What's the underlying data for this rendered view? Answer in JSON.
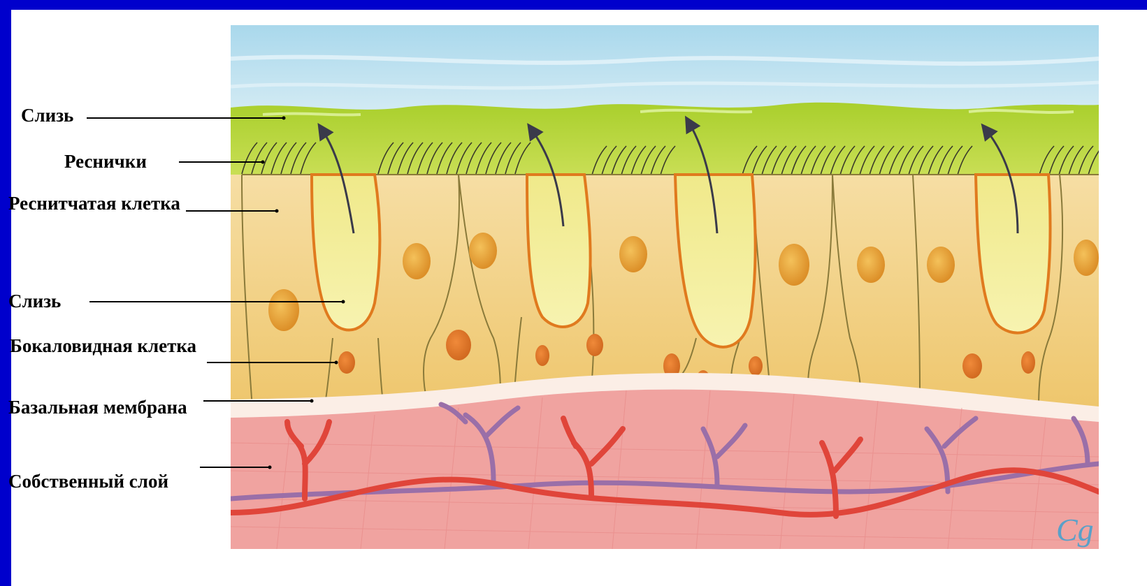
{
  "diagram": {
    "labels": {
      "mucus_top": "Слизь",
      "cilia": "Реснички",
      "ciliated_cell": "Реснитчатая клетка",
      "mucus_mid": "Слизь",
      "goblet_cell": "Бокаловидная клетка",
      "basal_membrane": "Базальная мембрана",
      "lamina_propria": "Собственный слой"
    },
    "signature": "Cg",
    "colors": {
      "sky": "#bfe3f2",
      "mucus": "#b5d43a",
      "cells": "#f2d48a",
      "cell_border": "#8a7a3a",
      "goblet_outline": "#e07a1e",
      "nucleus": "#e8a33a",
      "membrane": "#fbeee6",
      "tissue": "#f0a0a0",
      "artery": "#e0453a",
      "vein": "#9a6fa8"
    }
  }
}
